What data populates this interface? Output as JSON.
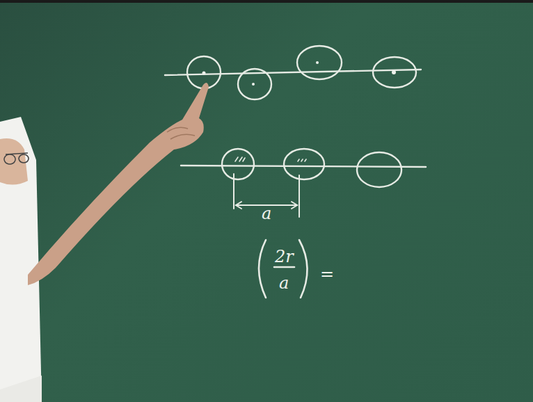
{
  "diagram": {
    "labels": [
      "a",
      "2r",
      "a",
      "="
    ]
  }
}
